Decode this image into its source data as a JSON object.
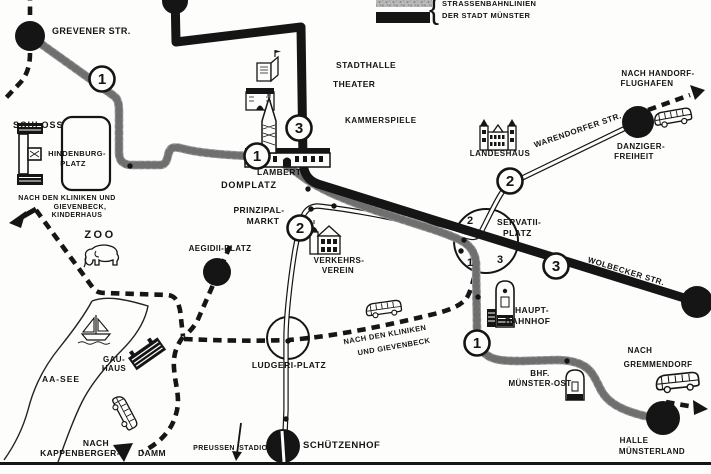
{
  "legend": {
    "title_line1": "STRASSENBAHNLINIEN",
    "title_line2": "DER STADT MÜNSTER",
    "brace": "{"
  },
  "lines": {
    "badge_1": "1",
    "badge_2": "2",
    "badge_3": "3"
  },
  "servatii_numbers": {
    "n1": "1",
    "n2": "2",
    "n3": "3"
  },
  "colors": {
    "ink": "#151515",
    "line1_gray": "#a9a9a9",
    "paper": "#fdfdfc"
  },
  "labels": {
    "grevener_str": "GREVENER STR.",
    "schloss": "SCHLOSS",
    "hindenburg_1": "HINDENBURG-",
    "hindenburg_2": "PLATZ",
    "kliniken_nw_1": "NACH DEN KLINIKEN UND",
    "kliniken_nw_2": "GIEVENBECK,",
    "kliniken_nw_3": "KINDERHAUS",
    "zoo": "ZOO",
    "aegidii_platz": "AEGIDII-PLATZ",
    "domplatz": "DOMPLATZ",
    "prinzipal_1": "PRINZIPAL-",
    "prinzipal_2": "MARKT",
    "verkehrsverein_1": "VERKEHRS-",
    "verkehrsverein_2": "VEREIN",
    "stadthalle": "STADTHALLE",
    "theater": "THEATER",
    "kammerspiele": "KAMMERSPIELE",
    "lamberti": "LAMBERTI",
    "landeshaus": "LANDESHAUS",
    "warendorfer_str": "WARENDORFER STR.",
    "handorf_1": "NACH HANDORF-",
    "handorf_2": "FLUGHAFEN",
    "danziger_1": "DANZIGER-",
    "danziger_2": "FREIHEIT",
    "servatii_1": "SERVATII-",
    "servatii_2": "PLATZ",
    "wolbecker_str": "WOLBECKER STR.",
    "hauptbahnhof_1": "HAUPT-",
    "hauptbahnhof_2": "BAHNHOF",
    "kliniken_e_1": "NACH DEN KLINIKEN",
    "kliniken_e_2": "UND GIEVENBECK",
    "ludgeri_platz": "LUDGERI-PLATZ",
    "aa_see": "AA-SEE",
    "gauhaus_1": "GAU-",
    "gauhaus_2": "HAUS",
    "kappenberger_1": "NACH",
    "kappenberger_2": "KAPPENBERGER-",
    "kappenberger_3": "DAMM",
    "preussen": "PREUSSEN",
    "stadion": "STADION",
    "schuetzenhof": "SCHÜTZENHOF",
    "bhf_ost_1": "BHF.",
    "bhf_ost_2": "MÜNSTER-OST",
    "gremmendorf_1": "NACH",
    "gremmendorf_2": "GREMMENDORF",
    "halle_1": "HALLE",
    "halle_2": "MÜNSTERLAND"
  }
}
